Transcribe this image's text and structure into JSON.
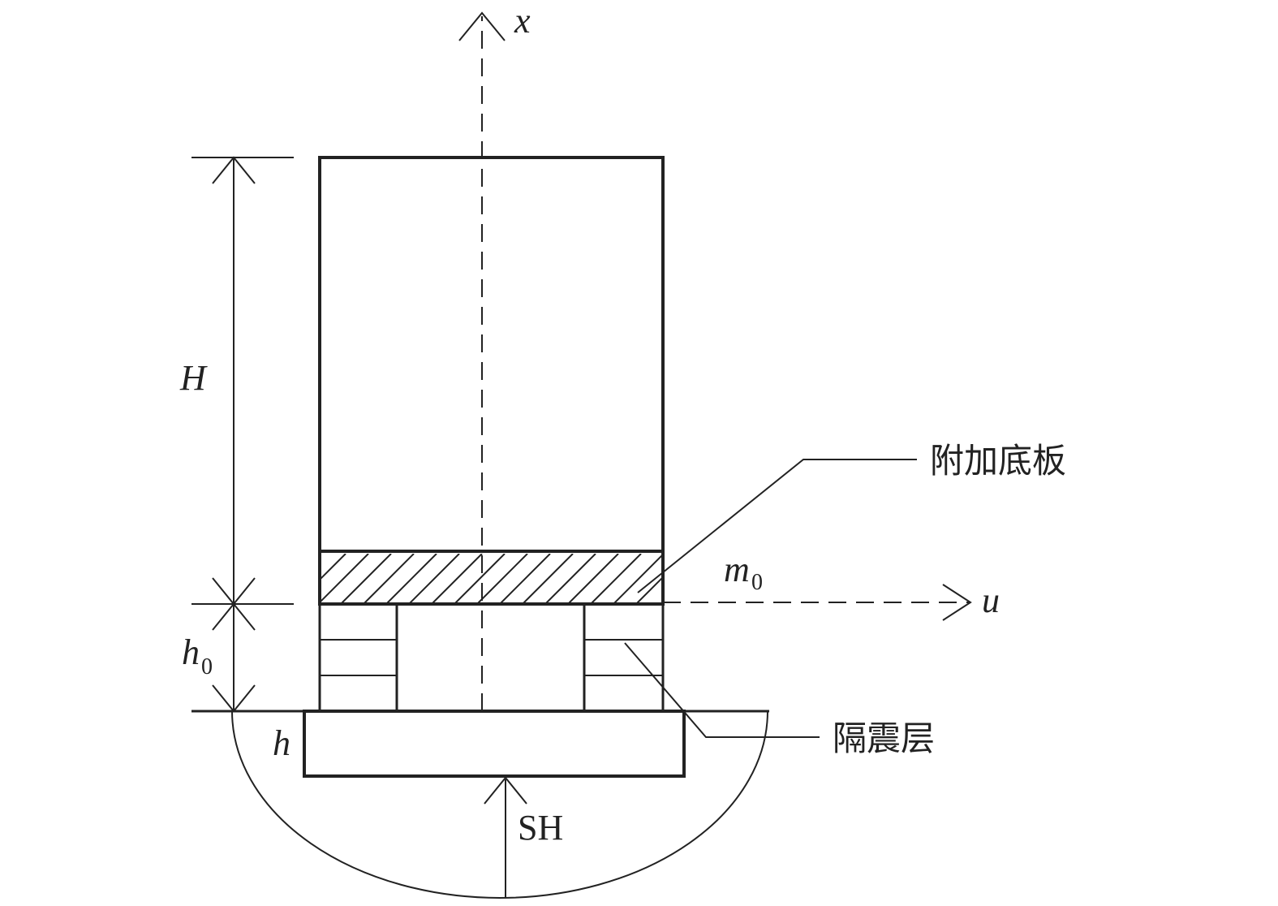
{
  "labels": {
    "x_axis": "x",
    "u_axis": "u",
    "height_H": "H",
    "height_h0_main": "h",
    "height_h0_sub": "0",
    "foundation_h": "h",
    "mass_main": "m",
    "mass_sub": "0",
    "incident_wave": "SH",
    "callout_base_plate": "附加底板",
    "callout_isolation_layer": "隔震层"
  },
  "colors": {
    "line": "#222222",
    "background": "#ffffff"
  }
}
